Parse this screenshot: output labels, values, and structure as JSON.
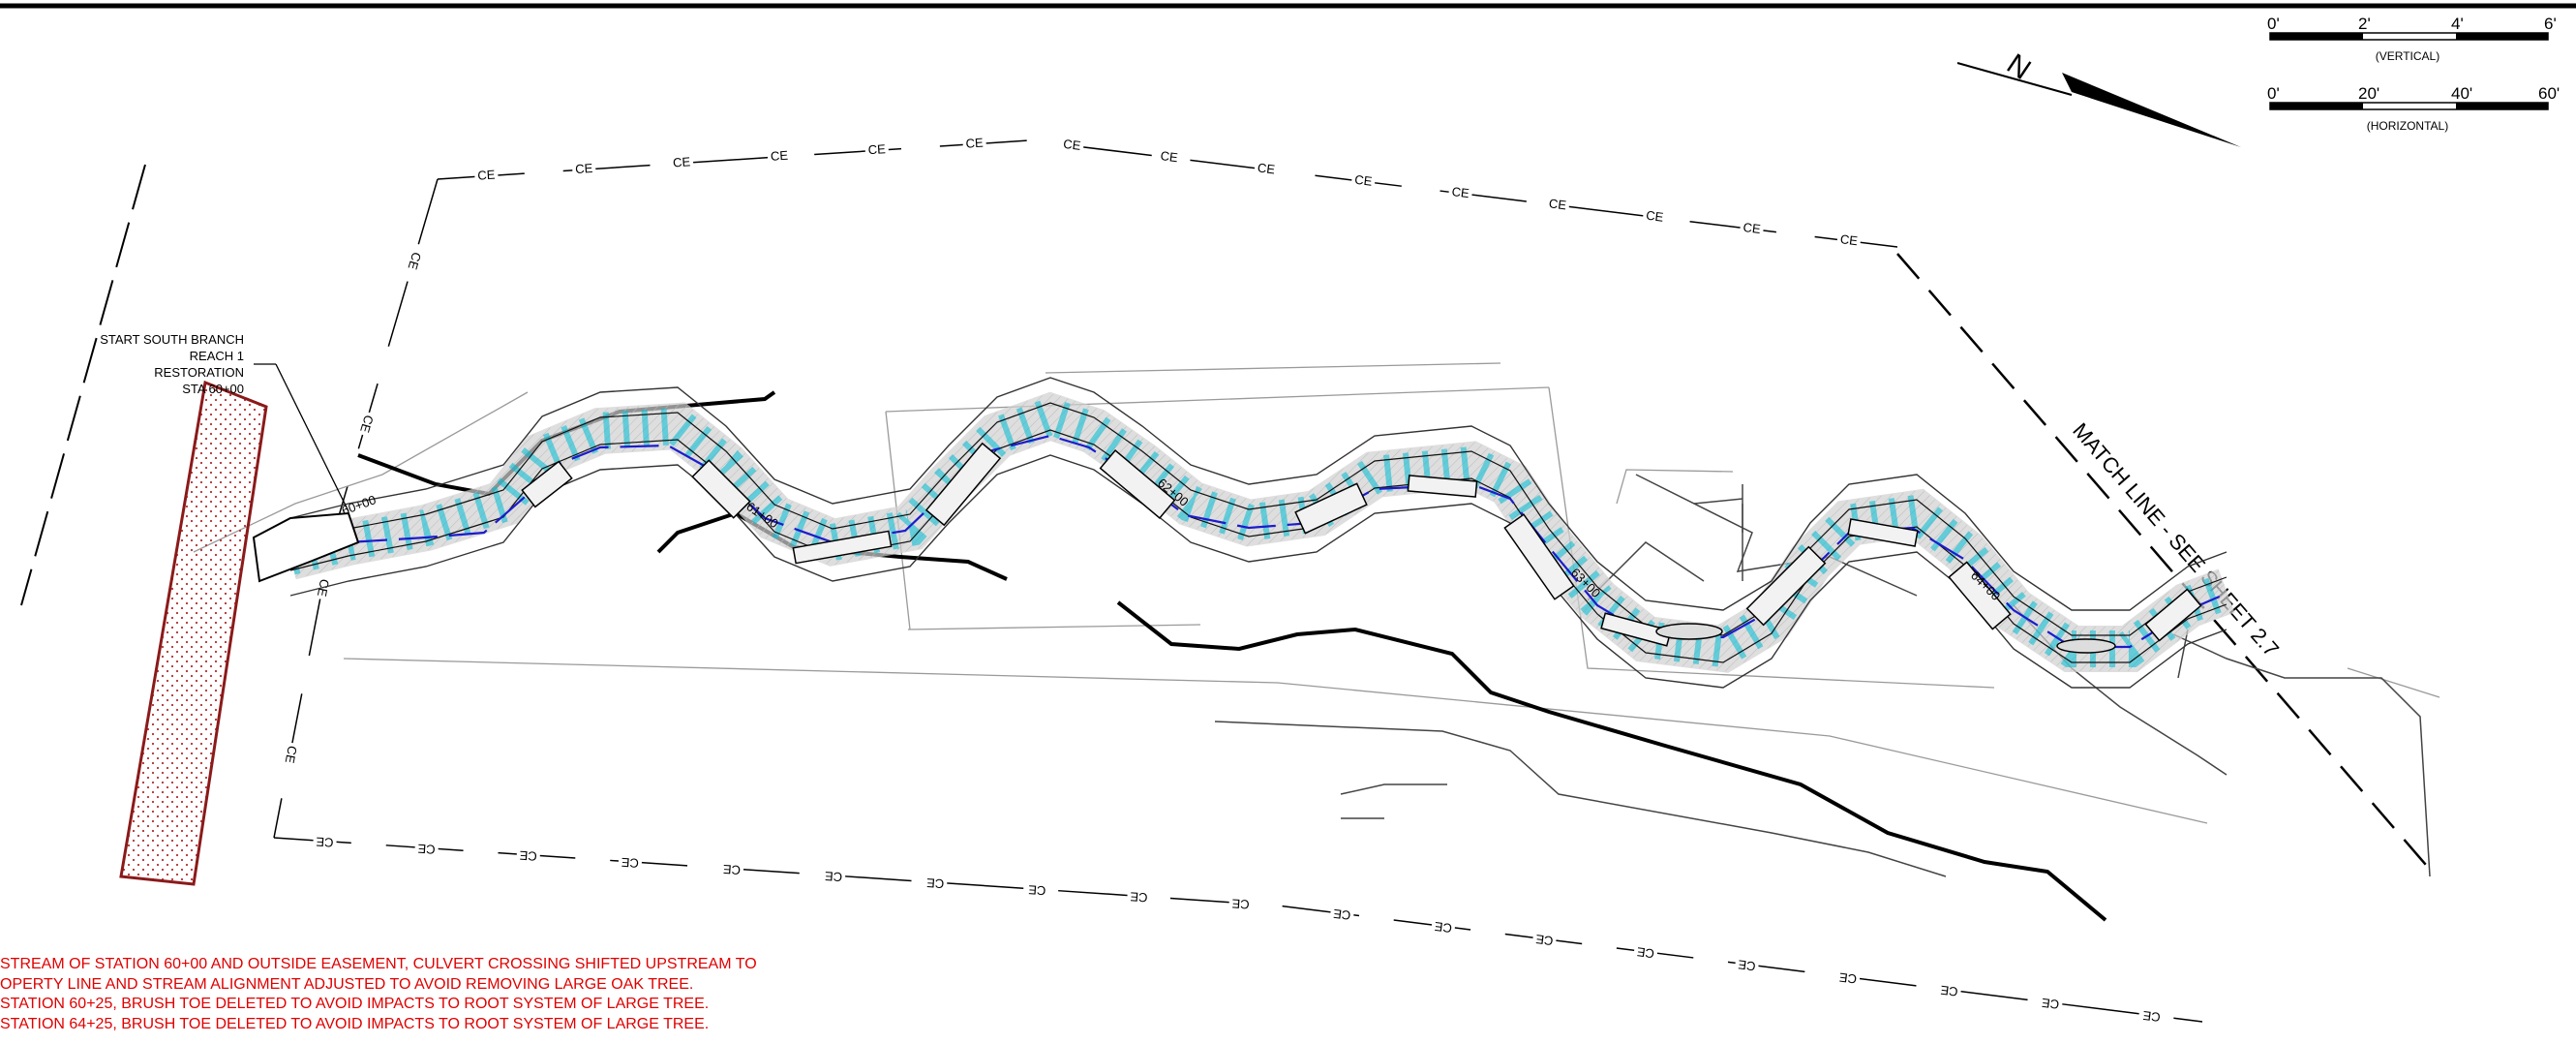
{
  "easement_label": "CE",
  "easement_upper_count": 15,
  "easement_left_count": 4,
  "easement_lower_count": 19,
  "start_callout": [
    "START SOUTH BRANCH",
    "REACH 1",
    "RESTORATION",
    "STA 60+00"
  ],
  "stations": [
    "60+00",
    "61+00",
    "62+00",
    "63+00",
    "64+00"
  ],
  "match_line": "MATCH LINE - SEE SHEET 2.7",
  "scale_vertical": {
    "ticks": [
      "0'",
      "2'",
      "4'",
      "6'"
    ],
    "caption": "(VERTICAL)"
  },
  "scale_horizontal": {
    "ticks": [
      "0'",
      "20'",
      "40'",
      "60'"
    ],
    "caption": "(HORIZONTAL)"
  },
  "north_label": "N",
  "notes": [
    "STREAM OF STATION 60+00 AND OUTSIDE EASEMENT, CULVERT CROSSING SHIFTED UPSTREAM TO",
    "OPERTY LINE AND STREAM ALIGNMENT ADJUSTED TO AVOID REMOVING LARGE OAK TREE.",
    "STATION 60+25, BRUSH TOE DELETED TO AVOID IMPACTS TO ROOT SYSTEM OF LARGE TREE.",
    "STATION 64+25, BRUSH TOE DELETED TO AVOID IMPACTS TO ROOT SYSTEM OF LARGE TREE."
  ],
  "colors": {
    "line": "#000000",
    "thalweg": "#1c1ccc",
    "note": "#e00000",
    "culvert": "#8b1a1a",
    "culvert_fill": "#f4dede",
    "bank": "#00bcd4"
  }
}
